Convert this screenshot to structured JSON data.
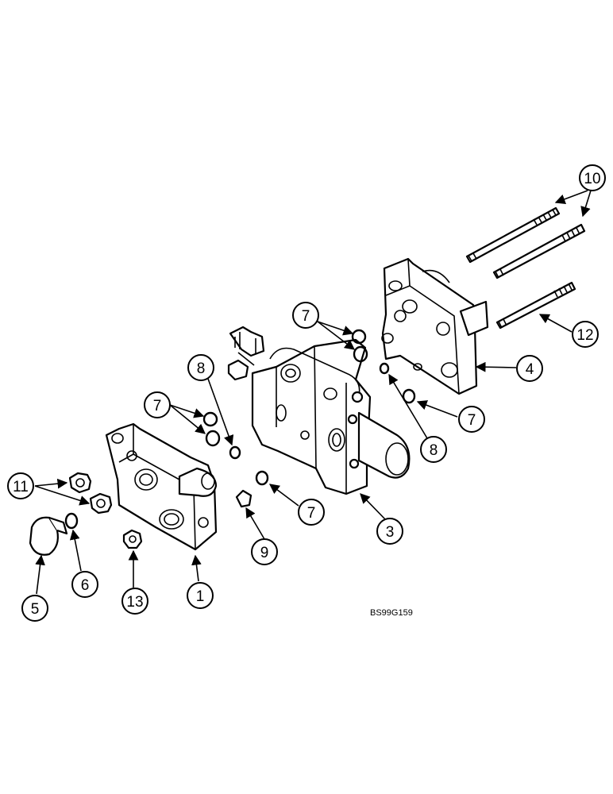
{
  "diagram": {
    "drawing_number": "BS99G159",
    "callouts": {
      "c1": "1",
      "c3": "3",
      "c4": "4",
      "c5": "5",
      "c6": "6",
      "c7a": "7",
      "c7b": "7",
      "c7c": "7",
      "c7d": "7",
      "c8a": "8",
      "c8b": "8",
      "c9": "9",
      "c10": "10",
      "c11": "11",
      "c12": "12",
      "c13": "13"
    }
  }
}
